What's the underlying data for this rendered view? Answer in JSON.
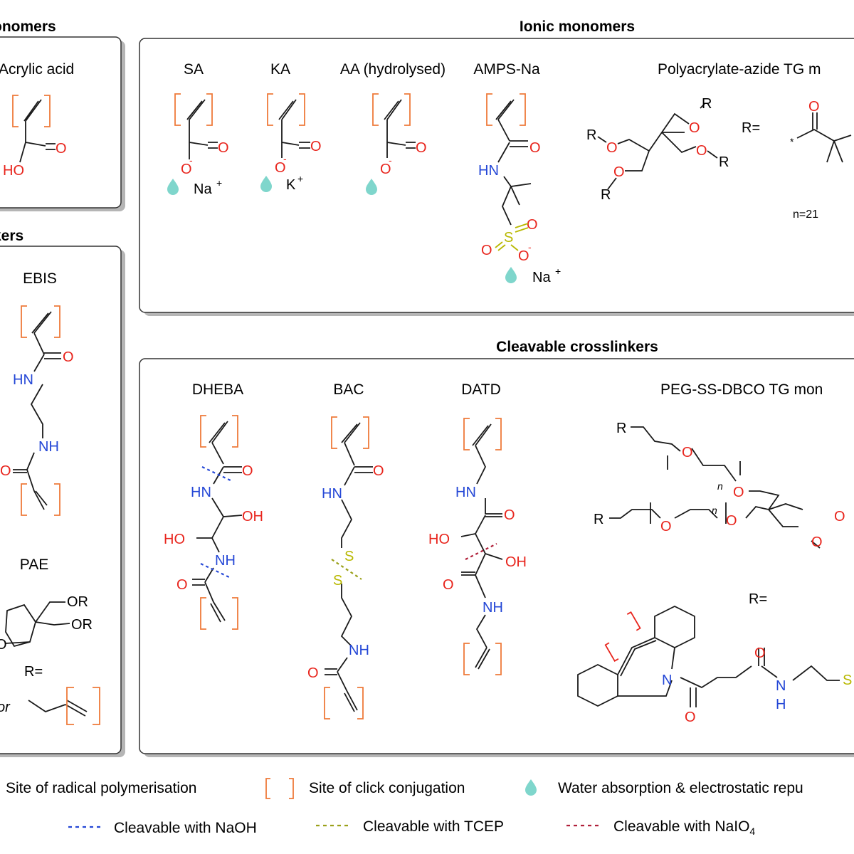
{
  "sections": {
    "neutral_title": "onomers",
    "crosslinkers_title": "kers",
    "ionic_title": "Ionic monomers",
    "cleavable_title": "Cleavable crosslinkers"
  },
  "neutral": {
    "acrylic_label": "Acrylic acid",
    "ho": "HO",
    "o": "O"
  },
  "crosslinkers": {
    "ebis_label": "EBIS",
    "ebis_hn": "HN",
    "ebis_nh": "NH",
    "ebis_o1": "O",
    "ebis_o2": "O",
    "pae_label": "PAE",
    "pae_or1": "OR",
    "pae_or2": "OR",
    "pae_o": "O",
    "pae_r": "R=",
    "pae_or_word": "or"
  },
  "ionic": {
    "sa_label": "SA",
    "ka_label": "KA",
    "aa_label": "AA (hydrolysed)",
    "amps_label": "AMPS-Na",
    "tg_label": "Polyacrylate-azide TG m",
    "o": "O",
    "o_minus": "O",
    "minus": "-",
    "na": "Na",
    "k": "K",
    "plus": "+",
    "hn": "HN",
    "s": "S",
    "r": "R",
    "r_eq": "R=",
    "star": "*",
    "n21": "n=21"
  },
  "cleavable": {
    "dheba_label": "DHEBA",
    "bac_label": "BAC",
    "datd_label": "DATD",
    "peg_label": "PEG-SS-DBCO TG mon",
    "o": "O",
    "oh": "OH",
    "ho": "HO",
    "hn": "HN",
    "nh": "NH",
    "s": "S",
    "n": "N",
    "h": "H",
    "r": "R",
    "r_eq": "R=",
    "n_sub": "n"
  },
  "legend": {
    "radical": "Site of radical polymerisation",
    "click": "Site of click conjugation",
    "water": "Water absorption & electrostatic repu",
    "naoh": "Cleavable with NaOH",
    "tcep": "Cleavable with TCEP",
    "naio4_prefix": "Cleavable with NaIO",
    "naio4_sub": "4"
  },
  "colors": {
    "bond": "#1a1a1a",
    "oxygen": "#e8241c",
    "nitrogen": "#2447d6",
    "sulfur": "#b8b800",
    "bracket": "#ee7a3a",
    "drop": "#7fd6cc",
    "naoh_line": "#2447d6",
    "tcep_line": "#9aa019",
    "naio4_line": "#b0203a",
    "panel_border": "#333333",
    "panel_shadow": "#b5b5b5"
  }
}
